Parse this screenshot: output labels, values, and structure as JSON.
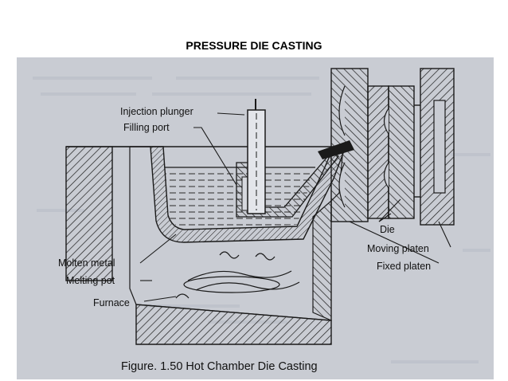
{
  "slide": {
    "title": "PRESSURE DIE CASTING"
  },
  "figure": {
    "caption": "Figure. 1.50 Hot Chamber Die Casting",
    "labels": {
      "injection_plunger": "Injection plunger",
      "filling_port": "Filling port",
      "molten_metal": "Molten metal",
      "melting_pot": "Melting pot",
      "furnace": "Furnace",
      "die": "Die",
      "moving_platen": "Moving platen",
      "fixed_platen": "Fixed platen"
    }
  },
  "colors": {
    "page_background": "#ffffff",
    "scan_background": "#c9ccd3",
    "ink": "#1a1a1a"
  }
}
